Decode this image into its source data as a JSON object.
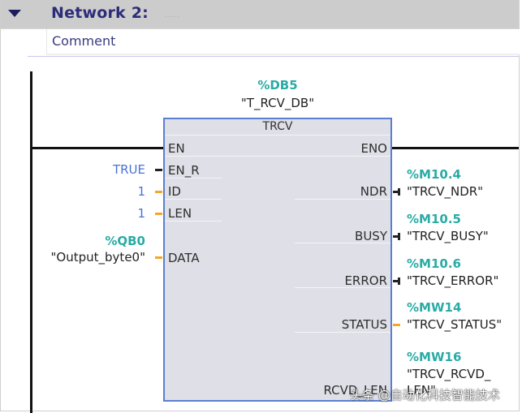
{
  "network": {
    "title": "Network 2:",
    "title_dots": ".....",
    "comment": "Comment",
    "expanded": true
  },
  "block": {
    "instance_address": "%DB5",
    "instance_name": "\"T_RCV_DB\"",
    "type": "TRCV",
    "inputs": [
      {
        "pin": "EN",
        "value": "",
        "value_type": "power-flow"
      },
      {
        "pin": "EN_R",
        "value": "TRUE",
        "value_type": "constant"
      },
      {
        "pin": "ID",
        "value": "1",
        "value_type": "constant"
      },
      {
        "pin": "LEN",
        "value": "1",
        "value_type": "constant"
      },
      {
        "pin": "DATA",
        "address": "%QB0",
        "value": "\"Output_byte0\"",
        "value_type": "tag"
      }
    ],
    "outputs": [
      {
        "pin": "ENO",
        "address": "",
        "value": ""
      },
      {
        "pin": "NDR",
        "address": "%M10.4",
        "value": "\"TRCV_NDR\""
      },
      {
        "pin": "BUSY",
        "address": "%M10.5",
        "value": "\"TRCV_BUSY\""
      },
      {
        "pin": "ERROR",
        "address": "%M10.6",
        "value": "\"TRCV_ERROR\""
      },
      {
        "pin": "STATUS",
        "address": "%MW14",
        "value": "\"TRCV_STATUS\""
      },
      {
        "pin": "RCVD_LEN",
        "address": "%MW16",
        "value_line1": "\"TRCV_RCVD_",
        "value_line2": "LEN\""
      }
    ]
  },
  "colors": {
    "header_bg": "#cccccc",
    "title_text": "#2c2c7a",
    "block_border": "#5b7fd0",
    "block_fill": "#dfdfe7",
    "address_teal": "#2aaba5",
    "constant_blue": "#4a72d8",
    "bool_connector": "#222222",
    "word_connector": "#f5a623"
  },
  "watermark": "头条 @自动化科技智能技术"
}
